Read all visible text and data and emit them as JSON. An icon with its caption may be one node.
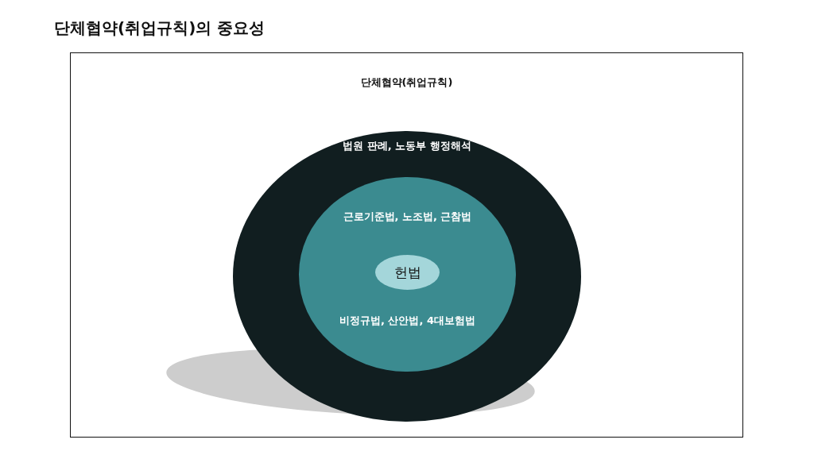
{
  "diagram": {
    "title": "단체협약(취업규칙)의 중요성",
    "nodes": [
      {
        "text": [
          "단체협약(취업규칙)"
        ]
      },
      {
        "text": [
          "법원 판례, 노동부 행정해석"
        ],
        "in": 0
      },
      {
        "text": [
          "근로기준법, 노조법, 근참법",
          "비정규법, 산안법, 4대보험법"
        ],
        "in": 1
      },
      {
        "text": [
          "헌법"
        ],
        "in": 2
      }
    ]
  }
}
